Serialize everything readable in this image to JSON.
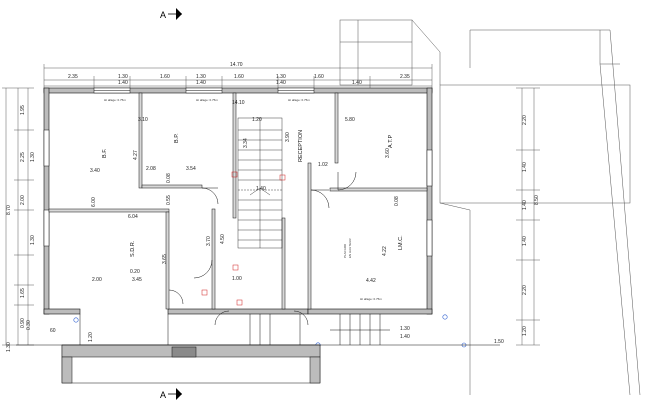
{
  "section_marks": {
    "top": "A",
    "bottom": "A"
  },
  "overall_dimension": "14.70",
  "top_dimensions": [
    "2.35",
    "1.30",
    "1.60",
    "1.30",
    "1.60",
    "1.30",
    "1.60",
    "2.35"
  ],
  "top_dimensions_inner": [
    "1.40",
    "1.40",
    "1.40",
    "1.40"
  ],
  "rooms": {
    "reception": "RECEPTION",
    "atp": "A.T.P",
    "bp": "B.P.",
    "bf": "B.F.",
    "sdr": "S.D.R.",
    "lmc": "LM.C.",
    "lmc_note1": "PLACARD",
    "lmc_note2": "EN HAUTEUR"
  },
  "interior_dimensions": {
    "d1_20": "1.20",
    "d14_10": "14.10",
    "d3_10": "3.10",
    "d5_80": "5.80",
    "d3_90": "3.90",
    "d3_40": "3.40",
    "d2_08": "2.08",
    "d3_54": "3.54",
    "d4_27": "4.27",
    "d3_34": "3.34",
    "d1_02": "1.02",
    "d3_60": "3.60",
    "d6_04": "6.04",
    "d6_00": "6.00",
    "d0_08": "0.08",
    "d0_55": "0.55",
    "d3_70": "3.70",
    "d4_50": "4.50",
    "d1_40": "1.40",
    "d4_22": "4.22",
    "d4_42": "4.42",
    "d3_65": "3.65",
    "d0_20": "0.20",
    "d2_00": "2.00",
    "d3_45": "3.45",
    "d1_00": "1.00",
    "d0_08b": "0.08"
  },
  "left_dimensions": [
    "1.95",
    "2.25",
    "1.30",
    "2.00",
    "1.30",
    "1.65",
    "0.90",
    "1.30"
  ],
  "left_overall": "8.70",
  "right_dimensions": [
    "2.20",
    "1.40",
    "1.40",
    "1.40",
    "2.20",
    "1.20"
  ],
  "right_overall": "8.50",
  "bottom_dimensions": {
    "d0_60": "60",
    "d1_20": "1.20",
    "d1_30": "1.30",
    "d1_40": "1.40",
    "d1_50": "1.50",
    "d3_30": "0.30"
  },
  "window_notes": {
    "w1": "Ht allège: 0.75m",
    "w2": "Ht allège: 0.75m",
    "w3": "Ht allège: 0.75m",
    "w4": "Ht allège: 0.75m"
  }
}
